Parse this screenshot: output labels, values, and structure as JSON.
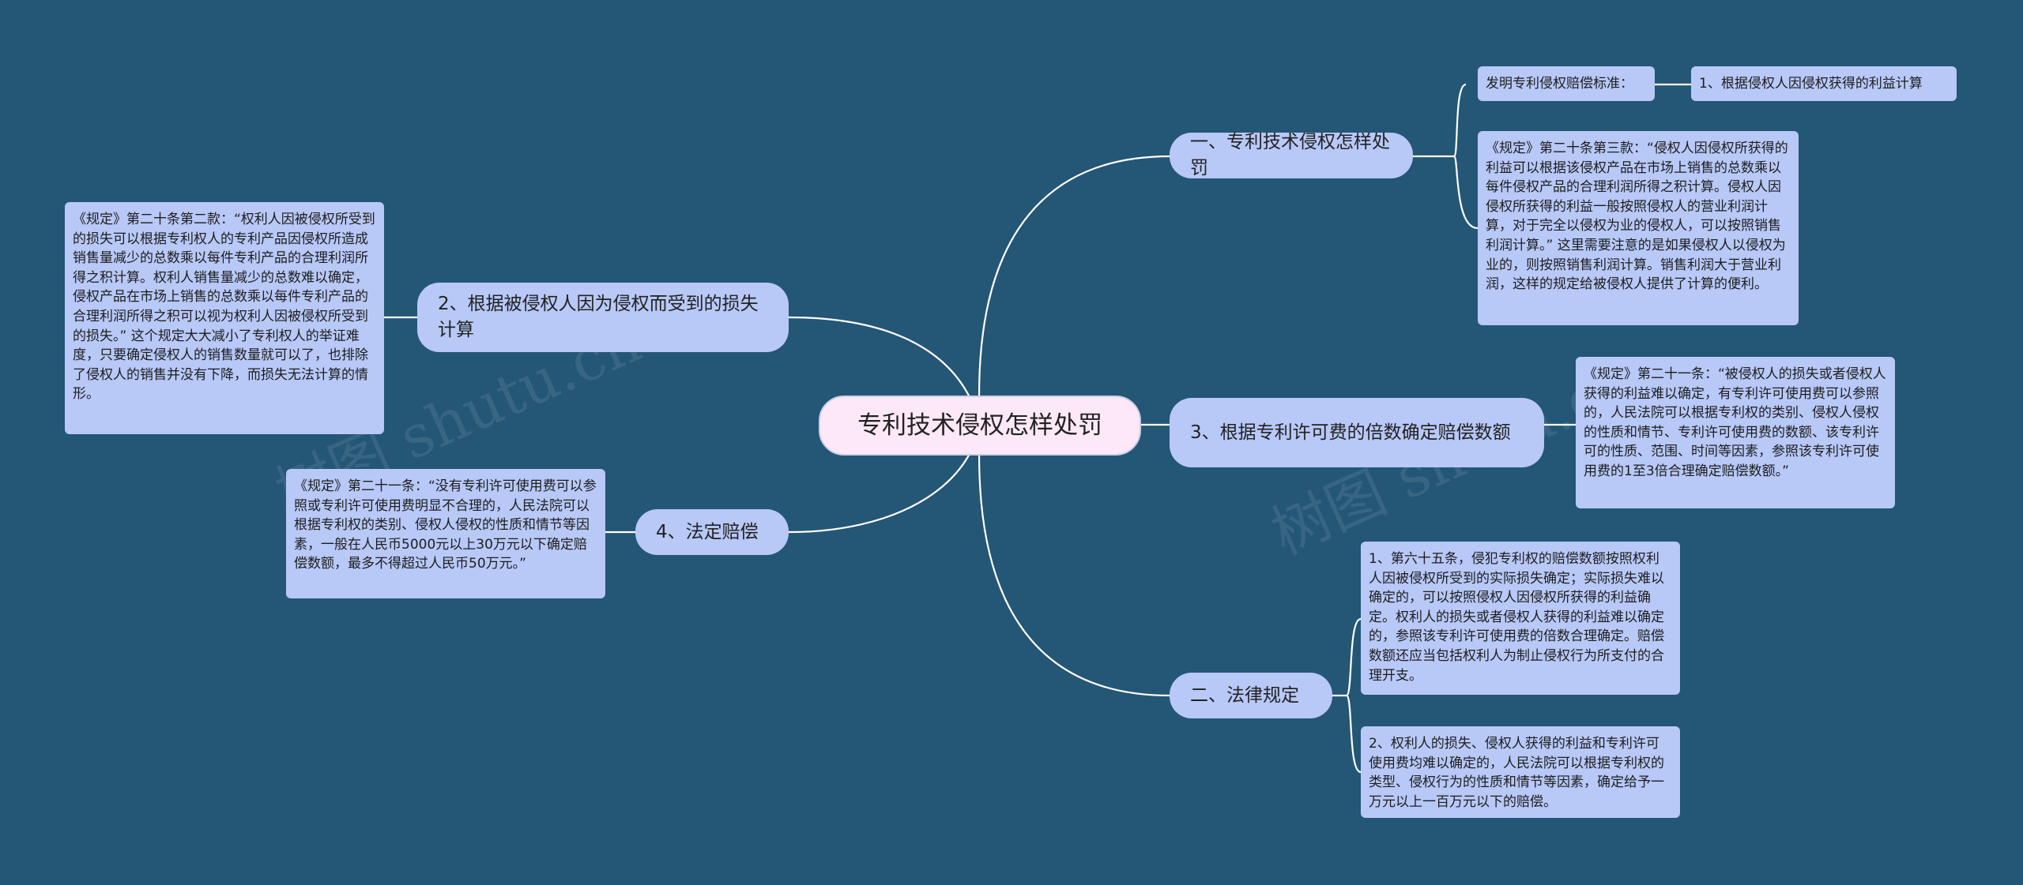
{
  "root": {
    "label": "专利技术侵权怎样处罚"
  },
  "branches": {
    "b1": {
      "label": "一、专利技术侵权怎样处罚"
    },
    "b2": {
      "label": "2、根据被侵权人因为侵权而受到的损失计算"
    },
    "b3": {
      "label": "3、根据专利许可费的倍数确定赔偿数额"
    },
    "b4": {
      "label": "4、法定赔偿"
    },
    "b5": {
      "label": "二、法律规定"
    }
  },
  "leaves": {
    "l1a": {
      "label": "发明专利侵权赔偿标准："
    },
    "l1a_child": {
      "label": "1、根据侵权人因侵权获得的利益计算"
    },
    "l1b": {
      "label": "《规定》第二十条第三款：“侵权人因侵权所获得的利益可以根据该侵权产品在市场上销售的总数乘以每件侵权产品的合理利润所得之积计算。侵权人因侵权所获得的利益一般按照侵权人的营业利润计算，对于完全以侵权为业的侵权人，可以按照销售利润计算。” 这里需要注意的是如果侵权人以侵权为业的，则按照销售利润计算。销售利润大于营业利润，这样的规定给被侵权人提供了计算的便利。"
    },
    "l2": {
      "label": "《规定》第二十条第二款：“权利人因被侵权所受到的损失可以根据专利权人的专利产品因侵权所造成销售量减少的总数乘以每件专利产品的合理利润所得之积计算。权利人销售量减少的总数难以确定，侵权产品在市场上销售的总数乘以每件专利产品的合理利润所得之积可以视为权利人因被侵权所受到的损失。” 这个规定大大减小了专利权人的举证难度，只要确定侵权人的销售数量就可以了，也排除了侵权人的销售并没有下降，而损失无法计算的情形。"
    },
    "l3": {
      "label": "《规定》第二十一条：“被侵权人的损失或者侵权人获得的利益难以确定，有专利许可使用费可以参照的，人民法院可以根据专利权的类别、侵权人侵权的性质和情节、专利许可使用费的数额、该专利许可的性质、范围、时间等因素，参照该专利许可使用费的1至3倍合理确定赔偿数额。”"
    },
    "l4": {
      "label": "《规定》第二十一条：“没有专利许可使用费可以参照或专利许可使用费明显不合理的，人民法院可以根据专利权的类别、侵权人侵权的性质和情节等因素，一般在人民币5000元以上30万元以下确定赔偿数额，最多不得超过人民币50万元。”"
    },
    "l5a": {
      "label": "1、第六十五条，侵犯专利权的赔偿数额按照权利人因被侵权所受到的实际损失确定；实际损失难以确定的，可以按照侵权人因侵权所获得的利益确定。权利人的损失或者侵权人获得的利益难以确定的，参照该专利许可使用费的倍数合理确定。赔偿数额还应当包括权利人为制止侵权行为所支付的合理开支。"
    },
    "l5b": {
      "label": "2、权利人的损失、侵权人获得的利益和专利许可使用费均难以确定的，人民法院可以根据专利权的类型、侵权行为的性质和情节等因素，确定给予一万元以上一百万元以下的赔偿。"
    }
  },
  "watermarks": [
    "树图 shutu.cn",
    "树图 shutu.cn"
  ],
  "colors": {
    "background": "#245676",
    "root_fill": "#fde8f7",
    "node_fill": "#b8c8f7",
    "connector": "#ffffff"
  }
}
